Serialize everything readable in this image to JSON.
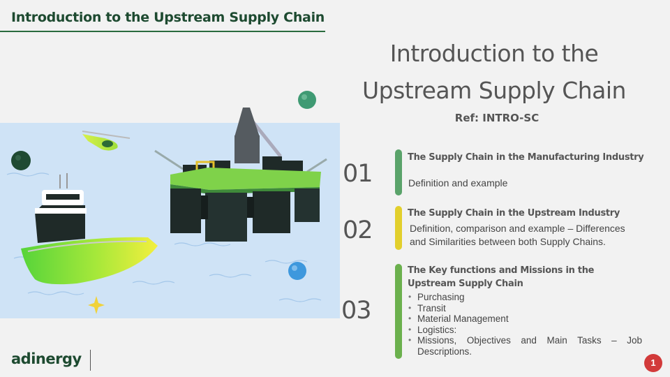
{
  "header": {
    "title": "Introduction to the Upstream Supply Chain"
  },
  "main": {
    "title_line1": "Introduction to the",
    "title_line2": "Upstream Supply Chain",
    "ref": "Ref: INTRO-SC"
  },
  "sections": [
    {
      "number": "01",
      "color": "#5aa36a",
      "title": "The Supply Chain in the Manufacturing Industry",
      "description": "Definition and example"
    },
    {
      "number": "02",
      "color": "#e2cf2c",
      "title": "The Supply Chain in the Upstream Industry",
      "description": "Definition, comparison and example – Differences and Similarities between both Supply Chains."
    },
    {
      "number": "03",
      "color": "#6bb04d",
      "title_line1": "The Key functions and Missions in the",
      "title_line2": "Upstream  Supply Chain",
      "bullets": [
        "Purchasing",
        "Transit",
        "Material Management",
        "Logistics:",
        "Missions, Objectives and Main Tasks – Job Descriptions."
      ]
    }
  ],
  "footer": {
    "logo_text": "adinergy",
    "page_number": "1"
  },
  "colors": {
    "brand_dark_green": "#1d4a30",
    "page_badge": "#d23a3a",
    "sea": "#cfe3f6"
  },
  "illustration": {
    "icons": [
      "offshore-platform-icon",
      "supply-vessel-icon",
      "helicopter-icon",
      "sparkle-icon"
    ]
  }
}
